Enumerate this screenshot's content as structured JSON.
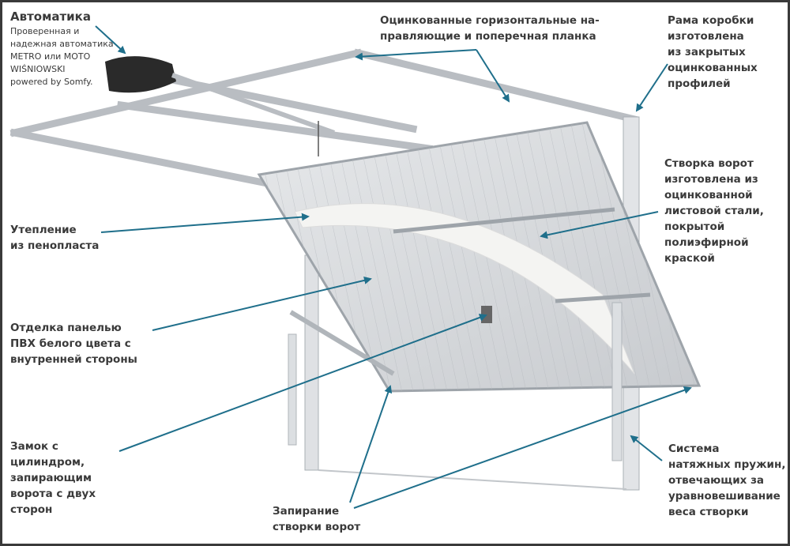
{
  "labels": {
    "automation_title": "Автоматика",
    "automation_desc": "Проверенная и\nнадежная автоматика\nMETRO или MOTO\nWIŚNIOWSKI\npowered by Somfy.",
    "rails": "Оцинкованные горизонтальные на-\nправляющие и поперечная планка",
    "frame": "Рама коробки\nизготовлена\nиз закрытых\nоцинкованных\nпрофилей",
    "leaf": "Створка ворот\nизготовлена из\nоцинкованной\nлистовой стали,\nпокрытой\nполиэфирной\nкраской",
    "insulation": "Утепление\nиз пенопласта",
    "pvc": "Отделка панелью\nПВХ белого цвета с\nвнутренней стороны",
    "lock": "Замок с\nцилиндром,\nзапирающим\nворота с двух\nсторон",
    "locking": "Запирание\nстворки ворот",
    "springs": "Система\nнатяжных пружин,\nотвечающих за\nуравновешивание\nвеса створки"
  },
  "colors": {
    "arrow": "#1f6f8b",
    "text": "#3a3a3a",
    "metal": "#c9ccd0"
  }
}
